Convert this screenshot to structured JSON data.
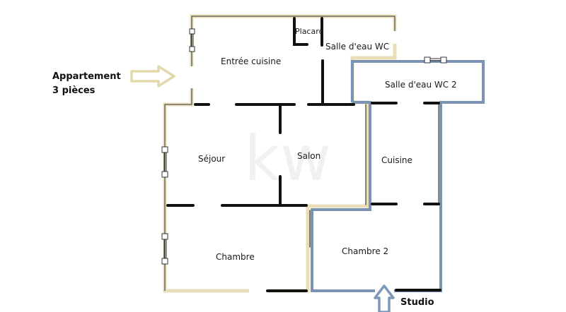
{
  "title": "Plan appartement 3 pièces et studio",
  "callouts": {
    "apartment_line1": "Appartement",
    "apartment_line2": "3 pièces",
    "studio": "Studio"
  },
  "watermark": "kw",
  "rooms": {
    "entree_cuisine": "Entrée cuisine",
    "placard": "Placard",
    "salle_deau_wc": "Salle d'eau WC",
    "salle_deau_wc_2": "Salle d'eau WC 2",
    "sejour": "Séjour",
    "salon": "Salon",
    "cuisine": "Cuisine",
    "chambre": "Chambre",
    "chambre_2": "Chambre 2"
  },
  "colors": {
    "apartment_outline": "#e8dfb8",
    "studio_outline": "#7a93b5",
    "wall": "#111111",
    "arrow_apartment": "#e2d9a8",
    "arrow_studio": "#7f98b8"
  }
}
